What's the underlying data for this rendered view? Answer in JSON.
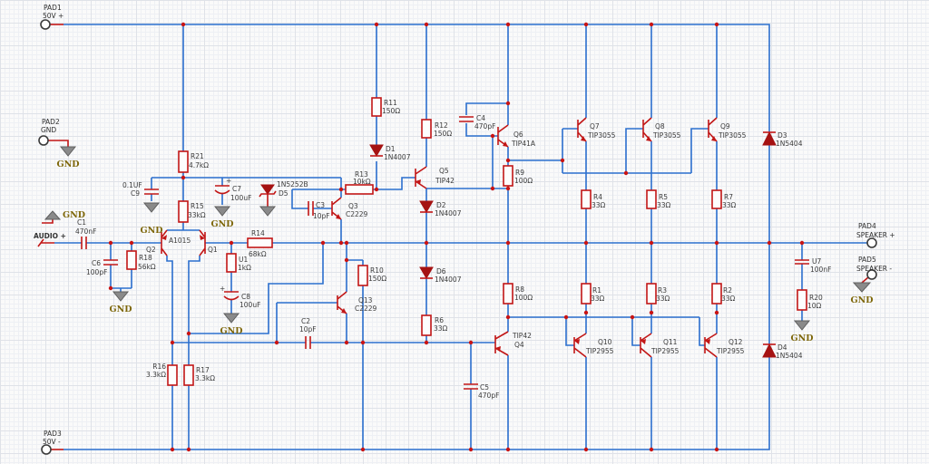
{
  "pads": {
    "pad1": {
      "name": "PAD1",
      "net": "50V +"
    },
    "pad2": {
      "name": "PAD2",
      "net": "GND"
    },
    "pad3": {
      "name": "PAD3",
      "net": "50V -"
    },
    "pad4": {
      "name": "PAD4",
      "net": "SPEAKER +"
    },
    "pad5": {
      "name": "PAD5",
      "net": "SPEAKER -"
    }
  },
  "labels": {
    "audio_in": "AUDIO +",
    "gnd": "GND",
    "plus": "+"
  },
  "colors": {
    "wire": "#2b6fce",
    "component": "#c21616",
    "gnd_text": "#7d6608"
  },
  "components": {
    "r1": {
      "ref": "R1",
      "value": "33Ω"
    },
    "r2": {
      "ref": "R2",
      "value": "33Ω"
    },
    "r3": {
      "ref": "R3",
      "value": "33Ω"
    },
    "r4": {
      "ref": "R4",
      "value": "33Ω"
    },
    "r5": {
      "ref": "R5",
      "value": "33Ω"
    },
    "r6": {
      "ref": "R6",
      "value": "33Ω"
    },
    "r7": {
      "ref": "R7",
      "value": "33Ω"
    },
    "r8": {
      "ref": "R8",
      "value": "100Ω"
    },
    "r9": {
      "ref": "R9",
      "value": "100Ω"
    },
    "r10": {
      "ref": "R10",
      "value": "150Ω"
    },
    "r11": {
      "ref": "R11",
      "value": "150Ω"
    },
    "r12": {
      "ref": "R12",
      "value": "150Ω"
    },
    "r13": {
      "ref": "R13",
      "value": "10kΩ"
    },
    "r14": {
      "ref": "R14",
      "value": "68kΩ"
    },
    "r15": {
      "ref": "R15",
      "value": "33kΩ"
    },
    "r16": {
      "ref": "R16",
      "value": "3.3kΩ"
    },
    "r17": {
      "ref": "R17",
      "value": "3.3kΩ"
    },
    "r18": {
      "ref": "R18",
      "value": "56kΩ"
    },
    "r20": {
      "ref": "R20",
      "value": "10Ω"
    },
    "r21": {
      "ref": "R21",
      "value": "4.7kΩ"
    },
    "u1": {
      "ref": "U1",
      "value": "1kΩ"
    },
    "u7": {
      "ref": "U7",
      "value": "100nF"
    },
    "c1": {
      "ref": "C1",
      "value": "470nF"
    },
    "c2": {
      "ref": "C2",
      "value": "10pF"
    },
    "c3": {
      "ref": "C3",
      "value": "10pF"
    },
    "c4": {
      "ref": "C4",
      "value": "470pF"
    },
    "c5": {
      "ref": "C5",
      "value": "470pF"
    },
    "c6": {
      "ref": "C6",
      "value": "100pF"
    },
    "c7": {
      "ref": "C7",
      "value": "100uF"
    },
    "c8": {
      "ref": "C8",
      "value": "100uF"
    },
    "c9": {
      "ref": "C9",
      "value": "0.1UF"
    },
    "d1": {
      "ref": "D1",
      "value": "1N4007"
    },
    "d2": {
      "ref": "D2",
      "value": "1N4007"
    },
    "d3": {
      "ref": "D3",
      "value": "1N5404"
    },
    "d4": {
      "ref": "D4",
      "value": "1N5404"
    },
    "d5": {
      "ref": "D5",
      "value": "1N5252B"
    },
    "d6": {
      "ref": "D6",
      "value": "1N4007"
    },
    "q1": {
      "ref": "Q1"
    },
    "q2": {
      "ref": "Q2"
    },
    "qpair": {
      "value": "A1015"
    },
    "q3": {
      "ref": "Q3",
      "value": "C2229"
    },
    "q4": {
      "ref": "Q4",
      "value": "TIP42"
    },
    "q5": {
      "ref": "Q5",
      "value": "TIP42"
    },
    "q6": {
      "ref": "Q6",
      "value": "TIP41A"
    },
    "q7": {
      "ref": "Q7",
      "value": "TIP3055"
    },
    "q8": {
      "ref": "Q8",
      "value": "TIP3055"
    },
    "q9": {
      "ref": "Q9",
      "value": "TIP3055"
    },
    "q10": {
      "ref": "Q10",
      "value": "TIP2955"
    },
    "q11": {
      "ref": "Q11",
      "value": "TIP2955"
    },
    "q12": {
      "ref": "Q12",
      "value": "TIP2955"
    },
    "q13": {
      "ref": "Q13",
      "value": "C2229"
    }
  }
}
